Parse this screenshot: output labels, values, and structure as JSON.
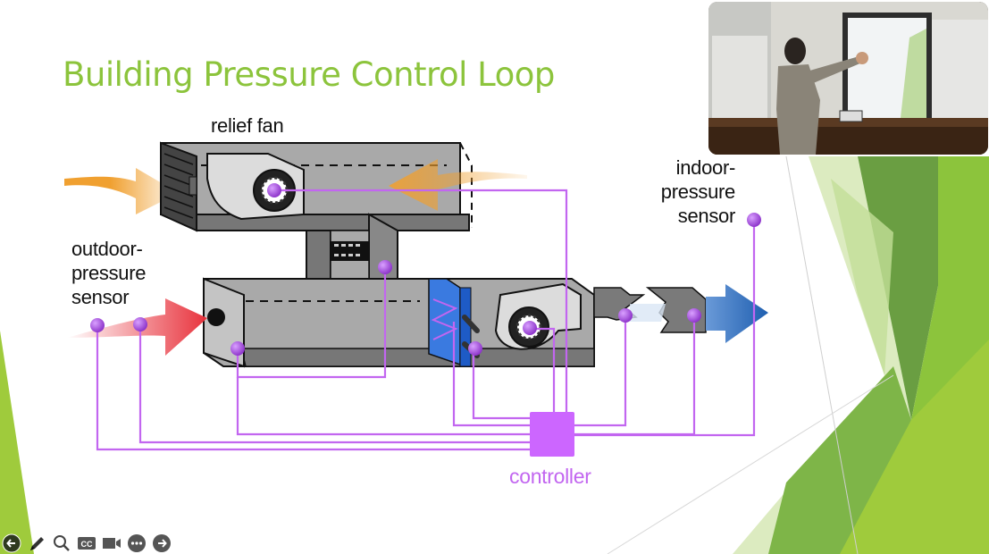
{
  "slide": {
    "title": "Building Pressure Control Loop",
    "title_color": "#8cc43c",
    "accent_greens": [
      "#8cc43c",
      "#6a9e42",
      "#b5d784",
      "#9fcb3c"
    ]
  },
  "diagram": {
    "labels": {
      "relief_fan": "relief fan",
      "outdoor_sensor": [
        "outdoor-",
        "pressure",
        "sensor"
      ],
      "indoor_sensor": [
        "indoor-",
        "pressure",
        "sensor"
      ],
      "controller": "controller"
    },
    "colors": {
      "signal_wire": "#c266f0",
      "controller_box": "#cc66ff",
      "sensor_node": "#9a3fd6",
      "relief_air": "#f0a030",
      "outdoor_air": "#e8323c",
      "supply_air": "#1f5fb0",
      "duct_gray": "#9a9a9a",
      "coil_blue": "#1e5bc6"
    }
  },
  "webcam": {
    "description": "presenter-video-feed"
  },
  "toolbar": {
    "buttons": [
      {
        "name": "previous",
        "icon": "arrow-left-circle-icon"
      },
      {
        "name": "pen",
        "icon": "pencil-icon"
      },
      {
        "name": "zoom",
        "icon": "magnifier-icon"
      },
      {
        "name": "captions",
        "icon": "cc-icon",
        "label": "CC"
      },
      {
        "name": "video",
        "icon": "camera-icon"
      },
      {
        "name": "more",
        "icon": "ellipsis-icon"
      },
      {
        "name": "next",
        "icon": "arrow-right-circle-icon"
      }
    ]
  }
}
